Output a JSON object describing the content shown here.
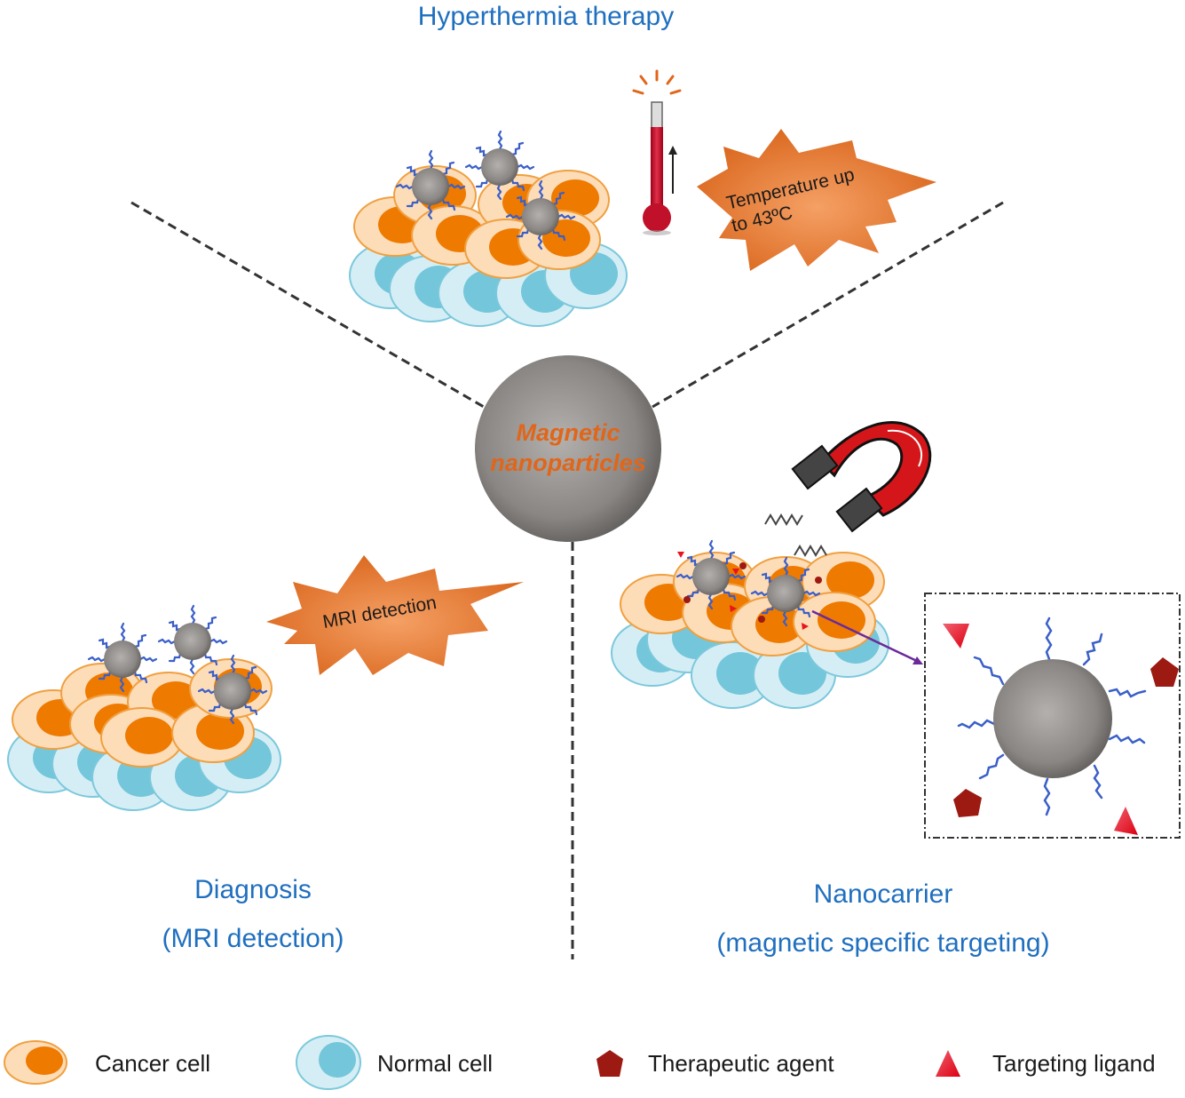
{
  "title": "Magnetic nanoparticles applications",
  "center": {
    "line1": "Magnetic",
    "line2": "nanoparticles"
  },
  "sections": {
    "hyperthermia": {
      "title": "Hyperthermia therapy",
      "burst_line1": "Temperature up",
      "burst_line2": "to 43ºC"
    },
    "diagnosis": {
      "title": "Diagnosis",
      "subtitle": "(MRI detection)",
      "burst": "MRI detection"
    },
    "nanocarrier": {
      "title": "Nanocarrier",
      "subtitle": "(magnetic specific targeting)"
    }
  },
  "legend": [
    {
      "label": "Cancer cell",
      "icon": "cancer-cell-icon"
    },
    {
      "label": "Normal cell",
      "icon": "normal-cell-icon"
    },
    {
      "label": "Therapeutic agent",
      "icon": "pentagon-icon"
    },
    {
      "label": "Targeting ligand",
      "icon": "triangle-icon"
    }
  ],
  "colors": {
    "label_blue": "#1f6fbf",
    "cancer_fill": "#fddcb8",
    "cancer_stroke": "#f0a040",
    "cancer_nucleus": "#ee7a00",
    "normal_fill": "#d5eef5",
    "normal_stroke": "#7cc8dc",
    "normal_nucleus": "#74c6da",
    "particle": "#8a8a8a",
    "ligand_chain": "#3a5fc8",
    "burst": "#e87a25",
    "therapeutic": "#9c1a12",
    "targeting": "#e8141e",
    "magnet": "#d4161a"
  }
}
